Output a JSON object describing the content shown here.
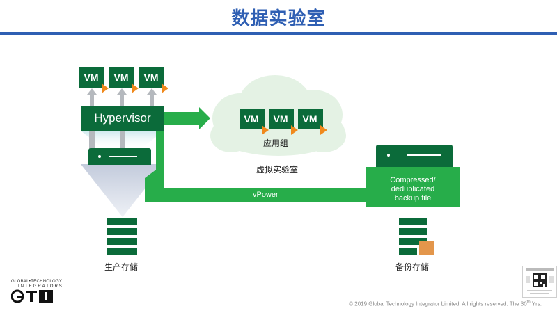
{
  "title": "数据实验室",
  "vm_label": "VM",
  "hypervisor_label": "Hypervisor",
  "cloud_label": "应用组",
  "virtual_lab_label": "虚拟实验室",
  "vpower_label": "vPower",
  "backup_line1": "Compressed/",
  "backup_line2": "deduplicated",
  "backup_line3": "backup file",
  "production_storage_label": "生产存储",
  "backup_storage_label": "备份存储",
  "footer_main": "© 2019 Global Technology Integrator Limited. All rights reserved. The 30",
  "footer_sup": "th",
  "footer_end": " Yrs.",
  "logo_line1": "GLOBAL•TECHNOLOGY",
  "logo_line2": "INTEGRATORS",
  "logo_text": "GTI",
  "colors": {
    "title_blue": "#2f5fb3",
    "dark_green": "#0b6b3a",
    "bright_green": "#27ad4a",
    "accent_orange": "#f0891c",
    "cloud_green": "#e4f2e4"
  }
}
